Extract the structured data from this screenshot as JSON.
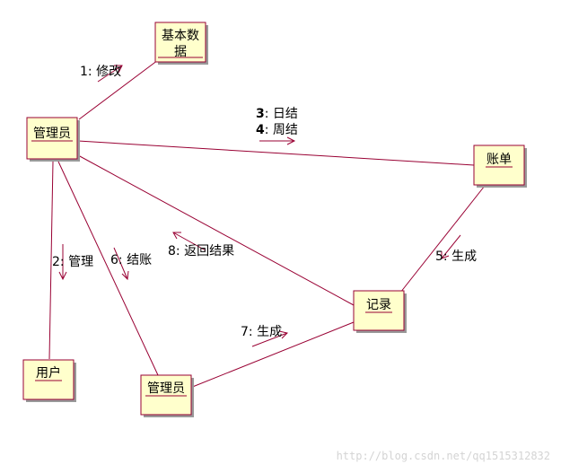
{
  "nodes": {
    "basic_data": {
      "line1": "基本数",
      "line2": "据"
    },
    "admin_top": {
      "label": "管理员"
    },
    "bill": {
      "label": "账单"
    },
    "record": {
      "label": "记录"
    },
    "user": {
      "label": "用户"
    },
    "admin_bottom": {
      "label": "管理员"
    }
  },
  "messages": {
    "m1": "1: 修改",
    "m2": "2: 管理",
    "m3_num": "3",
    "m3_text": ": 日结",
    "m4_num": "4",
    "m4_text": ": 周结",
    "m5": "5: 生成",
    "m6": "6: 结账",
    "m7": "7: 生成",
    "m8": "8: 返回结果"
  },
  "watermark": "http://blog.csdn.net/qq1515312832"
}
